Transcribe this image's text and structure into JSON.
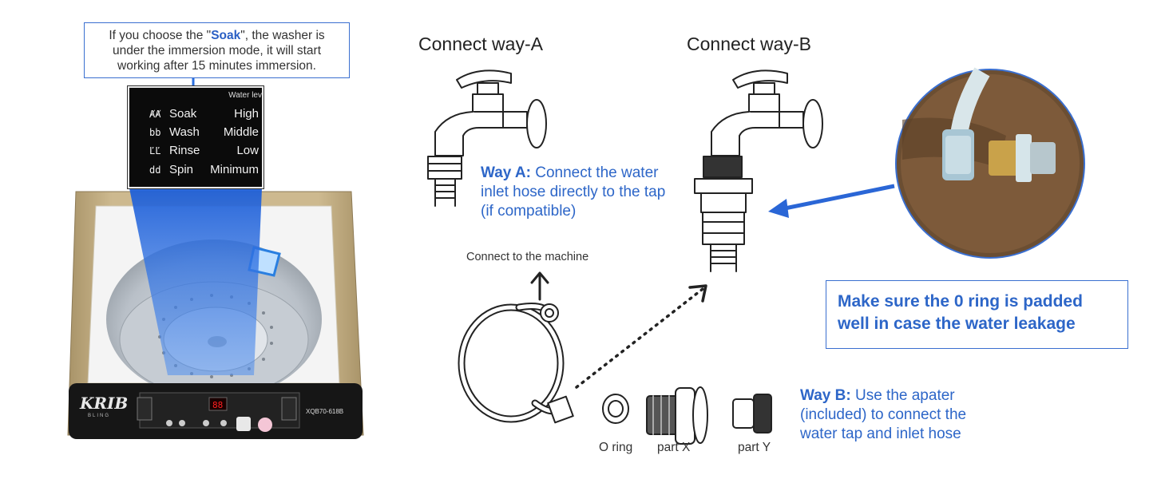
{
  "callout": {
    "text_prefix": "If you choose the \"",
    "text_bold": "Soak",
    "text_suffix": "\", the washer is under the immersion mode, it will start working after 15 minutes immersion."
  },
  "panel": {
    "water_level_header": "Water lev",
    "rows": [
      {
        "code": "ȺȺ",
        "mode": "Soak",
        "level": "High"
      },
      {
        "code": "bb",
        "mode": "Wash",
        "level": "Middle"
      },
      {
        "code": "ĽĽ",
        "mode": "Rinse",
        "level": "Low"
      },
      {
        "code": "dd",
        "mode": "Spin",
        "level": "Minimum"
      }
    ]
  },
  "washer": {
    "brand": "KRIB",
    "brand_sub": "BLING",
    "model": "XQB70-618B",
    "display": "88"
  },
  "connect_a": {
    "heading": "Connect way-A",
    "label_bold": "Way A:",
    "label_rest": " Connect the water inlet hose directly to the tap (if compatible)"
  },
  "connect_b": {
    "heading": "Connect way-B",
    "label_bold": "Way B:",
    "label_rest": " Use the apater (included) to connect the water tap and inlet hose"
  },
  "hose": {
    "machine_label": "Connect to the machine"
  },
  "parts": {
    "o_ring": "O ring",
    "part_x": "part X",
    "part_y": "part Y"
  },
  "note": {
    "text": "Make sure the 0 ring is padded well in case the water leakage"
  },
  "colors": {
    "accent_blue": "#2d66c8",
    "washer_body": "#c9b58a",
    "control_panel": "#161616"
  }
}
